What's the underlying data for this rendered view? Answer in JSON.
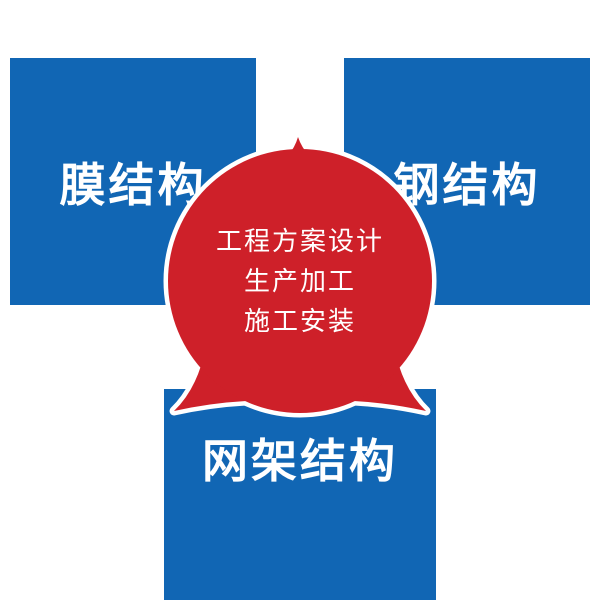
{
  "colors": {
    "blue": "#1166b4",
    "red": "#ce2029",
    "background": "#ffffff",
    "text": "#ffffff"
  },
  "diagram": {
    "boxes": [
      {
        "id": "membrane-structure",
        "label": "膜结构"
      },
      {
        "id": "steel-structure",
        "label": "钢结构"
      },
      {
        "id": "grid-structure",
        "label": "网架结构"
      }
    ],
    "center": {
      "lines": [
        "工程方案设计",
        "生产加工",
        "施工安装"
      ]
    }
  }
}
